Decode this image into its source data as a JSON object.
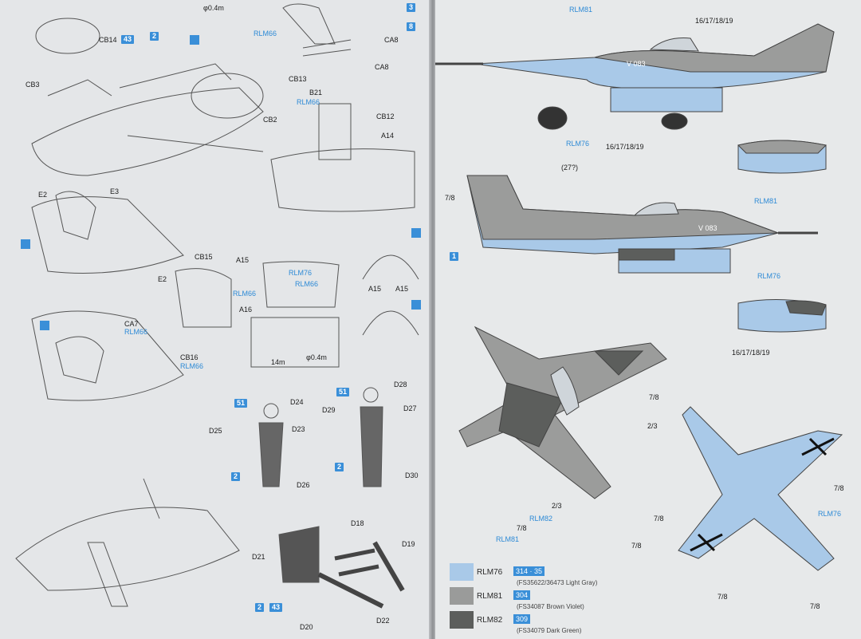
{
  "left_page": {
    "labels": {
      "cb14": "CB14",
      "cb14_badge": "43",
      "badge_2_top": "2",
      "dim_top": "φ0.4m",
      "cb3": "CB3",
      "cb2": "CB2",
      "rlm66_a": "RLM66",
      "ca8_a": "CA8",
      "ca8_b": "CA8",
      "cb13": "CB13",
      "badge_3": "3",
      "badge_8": "8",
      "b21": "B21",
      "rlm66_b": "RLM66",
      "cb12": "CB12",
      "a14": "A14",
      "e2_a": "E2",
      "e3": "E3",
      "cb15": "CB15",
      "a15_a": "A15",
      "e2_b": "E2",
      "rlm66_c": "RLM66",
      "a16": "A16",
      "cb16": "CB16",
      "rlm66_d": "RLM66",
      "rlm76_win": "RLM76",
      "rlm66_win": "RLM66",
      "a15_b": "A15",
      "a15_c": "A15",
      "dim_14": "14m",
      "dim_04": "φ0.4m",
      "ca7": "CA7",
      "rlm66_e": "RLM66",
      "badge_51_a": "51",
      "d24": "D24",
      "d25": "D25",
      "d23": "D23",
      "d26": "D26",
      "badge_2_fig_a": "2",
      "badge_51_b": "51",
      "d28": "D28",
      "d29": "D29",
      "d27": "D27",
      "d30": "D30",
      "badge_2_fig_b": "2",
      "d18": "D18",
      "d19": "D19",
      "d21": "D21",
      "d20": "D20",
      "d22": "D22",
      "badge_2_43": "2",
      "badge_43": "43"
    }
  },
  "right_page": {
    "labels": {
      "rlm81_top": "RLM81",
      "rlm76_top": "RLM76",
      "nums_top_a": "16/17/18/19",
      "nums_top_b": "16/17/18/19",
      "code_top": "V 083",
      "code_mid": "V 083",
      "q27": "(27?)",
      "frac_78_a": "7/8",
      "badge_1": "1",
      "rlm81_mid": "RLM81",
      "rlm76_mid": "RLM76",
      "nums_mid": "16/17/18/19",
      "frac_78_b": "7/8",
      "frac_23_a": "2/3",
      "frac_23_b": "2/3",
      "frac_78_c": "7/8",
      "frac_78_d": "7/8",
      "rlm82_cam": "RLM82",
      "rlm81_cam": "RLM81",
      "rlm76_under": "RLM76",
      "frac_78_e": "7/8",
      "frac_78_f": "7/8",
      "frac_78_g": "7/8",
      "frac_78_h": "7/8"
    },
    "legend": [
      {
        "name": "RLM76",
        "codes": "314 · 35",
        "fs": "(FS35622/36473 Light Gray)",
        "color": "#a9c9e8"
      },
      {
        "name": "RLM81",
        "codes": "304",
        "fs": "(FS34087 Brown Violet)",
        "color": "#9a9b9a"
      },
      {
        "name": "RLM82",
        "codes": "309",
        "fs": "(FS34079 Dark Green)",
        "color": "#5c5e5c"
      }
    ]
  }
}
